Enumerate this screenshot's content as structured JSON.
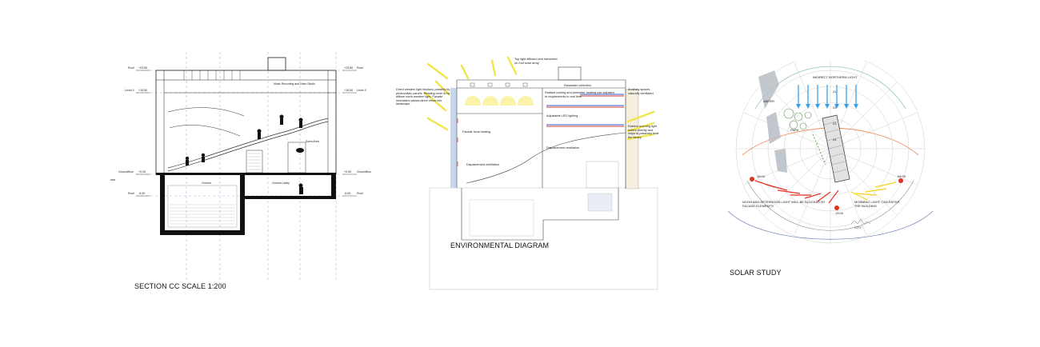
{
  "section": {
    "caption": "SECTION CC SCALE 1:200",
    "levels_left": [
      {
        "name": "Roof",
        "value": "+23.80"
      },
      {
        "name": "Level 4",
        "value": "+15.50"
      },
      {
        "name": "Groundfloor",
        "value": "+0.00"
      },
      {
        "name": "Roof",
        "value": "-5.00"
      }
    ],
    "levels_right": [
      {
        "name": "Roof",
        "value": "+23.80"
      },
      {
        "name": "Level 4",
        "value": "+15.50"
      },
      {
        "name": "Groundfloo",
        "value": "+0.00"
      },
      {
        "name": "Roof",
        "value": "-5.00"
      }
    ],
    "room_labels": {
      "music": "Music Recording and Video Studio",
      "cinema": "Cinema",
      "cinema_lobby": "Cinema Lobby",
      "scent_area": "Scent Area"
    }
  },
  "environmental": {
    "caption": "ENVIRONMENTAL DIAGRAM",
    "notes": {
      "top_light": "Top light diffused and harvested on roof solar array",
      "rainwater": "Rainwater collection",
      "direct_western": "Direct western light blocked, possibly by photovoltaic panels. Reading room lit by diffuse north-western light. Facade orientation allows direct views into landscape.",
      "radiant": "Radiant cooling and perimeter heating use adjusted to requirements in real time",
      "ancillary": "Ancillary spaces naturally ventilated",
      "led": "Adjustable LED lighting",
      "facade_heating": "Facade local heating",
      "eastern": "Eastern morning light enters directly and helps to passively heat the library",
      "displacement_upper": "Displacement ventilation",
      "displacement_lower": "Displacement ventilation"
    },
    "colors": {
      "sun_arrow": "#f2e54a",
      "glow": "#fbf3a8",
      "facade": "#c8d6ec",
      "cool": "#2f5bd3",
      "warm": "#e23a2e"
    }
  },
  "solar": {
    "caption": "SOLAR STUDY",
    "labels": {
      "northern": "INDIRECT NORTHERN LIGHT",
      "water": "WATER",
      "park": "PARK",
      "noon": "NOON AND AFTERNOON LIGHT WILL BE BLOCKED BY FACADE ELEMENTS",
      "morning": "MORNING LIGHT CAN ENTER THE BUILDING",
      "city": "CITY"
    },
    "times": {
      "t1800": "18:00",
      "t1300": "13:00",
      "t0800": "08:00",
      "north_ticks": [
        "21",
        "22",
        "23",
        "24"
      ]
    },
    "colors": {
      "north_arrow": "#3aa0e6",
      "noon_arrow": "#e3321f",
      "morning_arrow": "#f4d21c",
      "sun_dot": "#e3321f",
      "path_arc": "#f08a5a"
    }
  }
}
